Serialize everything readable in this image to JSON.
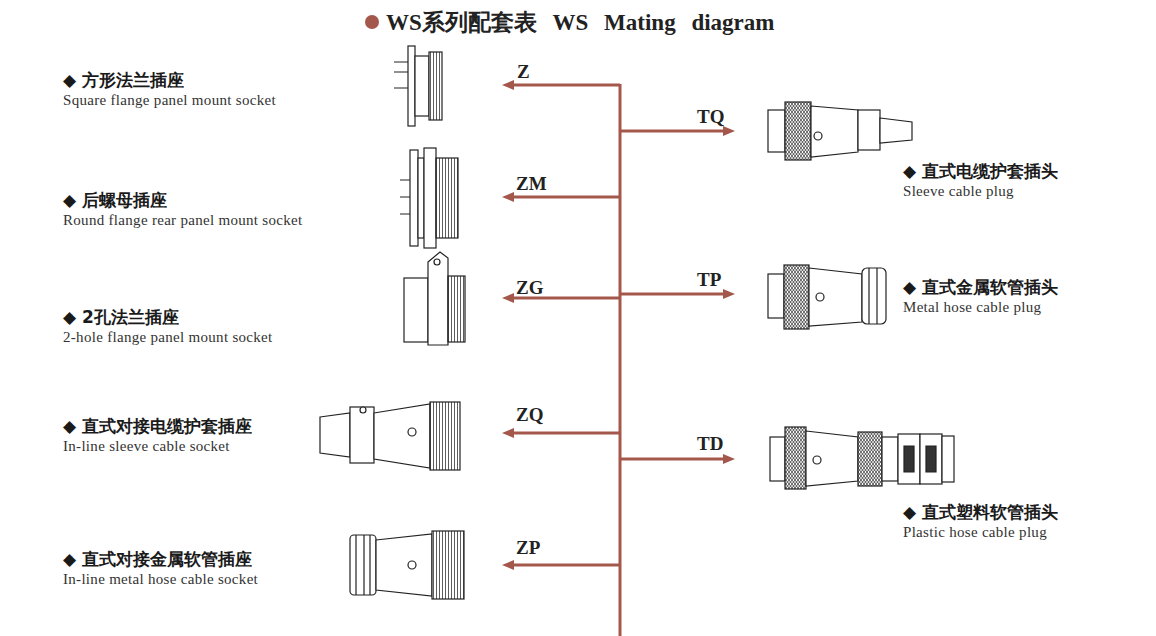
{
  "diagram": {
    "title": "WS系列配套表 WS Mating diagram",
    "nodes": [
      {
        "text": [
          "◆ 方形法兰插座",
          "Square flange panel mount socket"
        ]
      },
      {
        "text": [
          "◆ 直式电缆护套插头",
          "Sleeve cable plug"
        ]
      },
      {
        "text": [
          "◆ 后螺母插座",
          "Round flange rear panel mount socket"
        ]
      },
      {
        "text": [
          "◆ 直式金属软管插头",
          "Metal hose cable plug"
        ]
      },
      {
        "text": [
          "◆ 2孔法兰插座",
          "2-hole flange panel mount socket"
        ]
      },
      {
        "text": [
          "◆ 直式对接电缆护套插座",
          "In-line sleeve cable socket"
        ]
      },
      {
        "text": [
          "◆ 直式塑料软管插头",
          "Plastic hose cable plug"
        ]
      },
      {
        "text": [
          "◆ 直式对接金属软管插座",
          "In-line metal hose cable socket"
        ]
      }
    ],
    "labels": [
      "Z",
      "TQ",
      "ZM",
      "TP",
      "ZG",
      "ZQ",
      "TD",
      "ZP"
    ]
  }
}
